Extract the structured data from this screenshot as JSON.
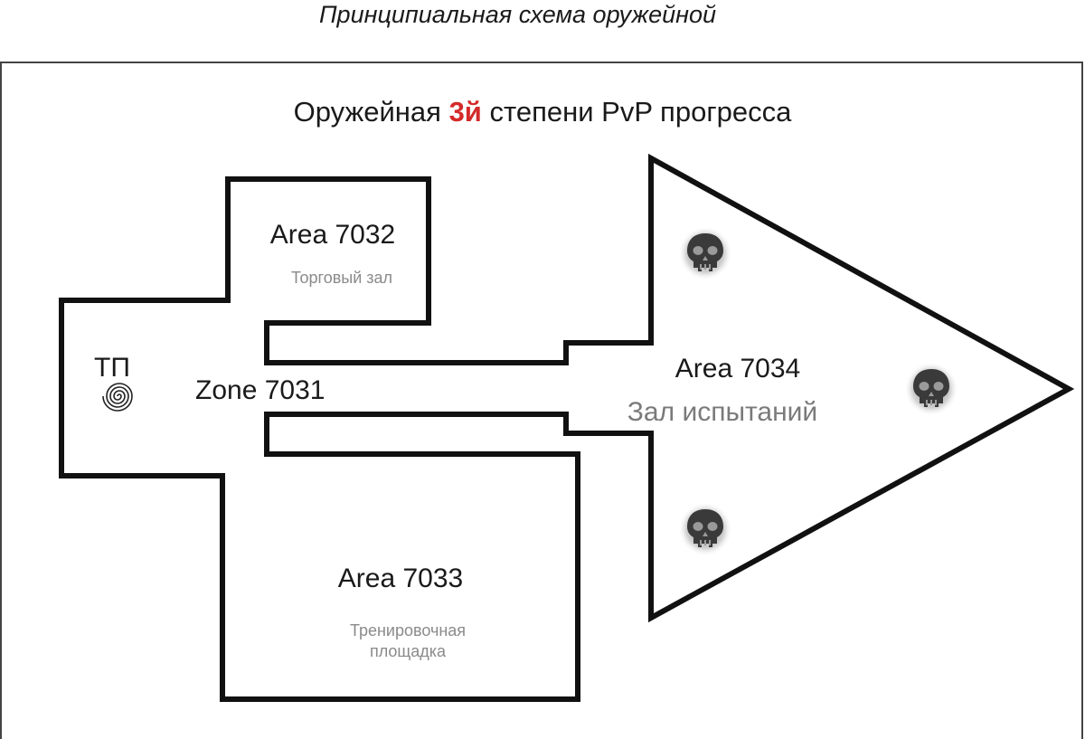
{
  "page": {
    "title": "Принципиальная схема оружейной"
  },
  "diagram": {
    "heading_prefix": "Оружейная ",
    "heading_accent": "3й",
    "heading_suffix": " степени PvP прогресса",
    "accent_color": "#d42a2a",
    "teleport_label": "ТП",
    "teleport_icon": "spiral-icon",
    "zones": [
      {
        "name": "Zone 7031",
        "subtitle": ""
      },
      {
        "name": "Area 7032",
        "subtitle": "Торговый зал"
      },
      {
        "name": "Area 7033",
        "subtitle": "Тренировочная площадка"
      },
      {
        "name": "Area 7034",
        "subtitle": "Зал испытаний"
      }
    ],
    "skull_icon": "skull-icon",
    "skull_count": 3
  }
}
